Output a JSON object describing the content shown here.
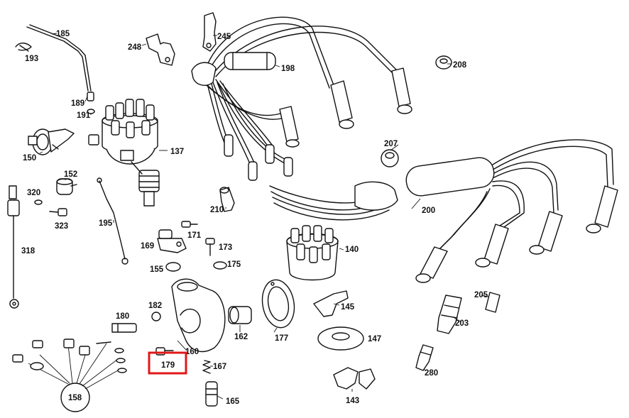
{
  "diagram": {
    "labels": {
      "p137": "137",
      "p140": "140",
      "p143": "143",
      "p145": "145",
      "p147": "147",
      "p150": "150",
      "p152": "152",
      "p155": "155",
      "p158": "158",
      "p160": "160",
      "p162": "162",
      "p165": "165",
      "p167": "167",
      "p169": "169",
      "p171": "171",
      "p173": "173",
      "p175": "175",
      "p177": "177",
      "p179": "179",
      "p180": "180",
      "p182": "182",
      "p185": "185",
      "p189": "189",
      "p191": "191",
      "p193": "193",
      "p195": "195",
      "p198": "198",
      "p200": "200",
      "p203": "203",
      "p205": "205",
      "p207": "207",
      "p208": "208",
      "p210": "210",
      "p245": "245",
      "p248": "248",
      "p280": "280",
      "p318": "318",
      "p320": "320",
      "p323": "323"
    },
    "highlighted_part": "179",
    "highlight_color": "#e01818"
  }
}
